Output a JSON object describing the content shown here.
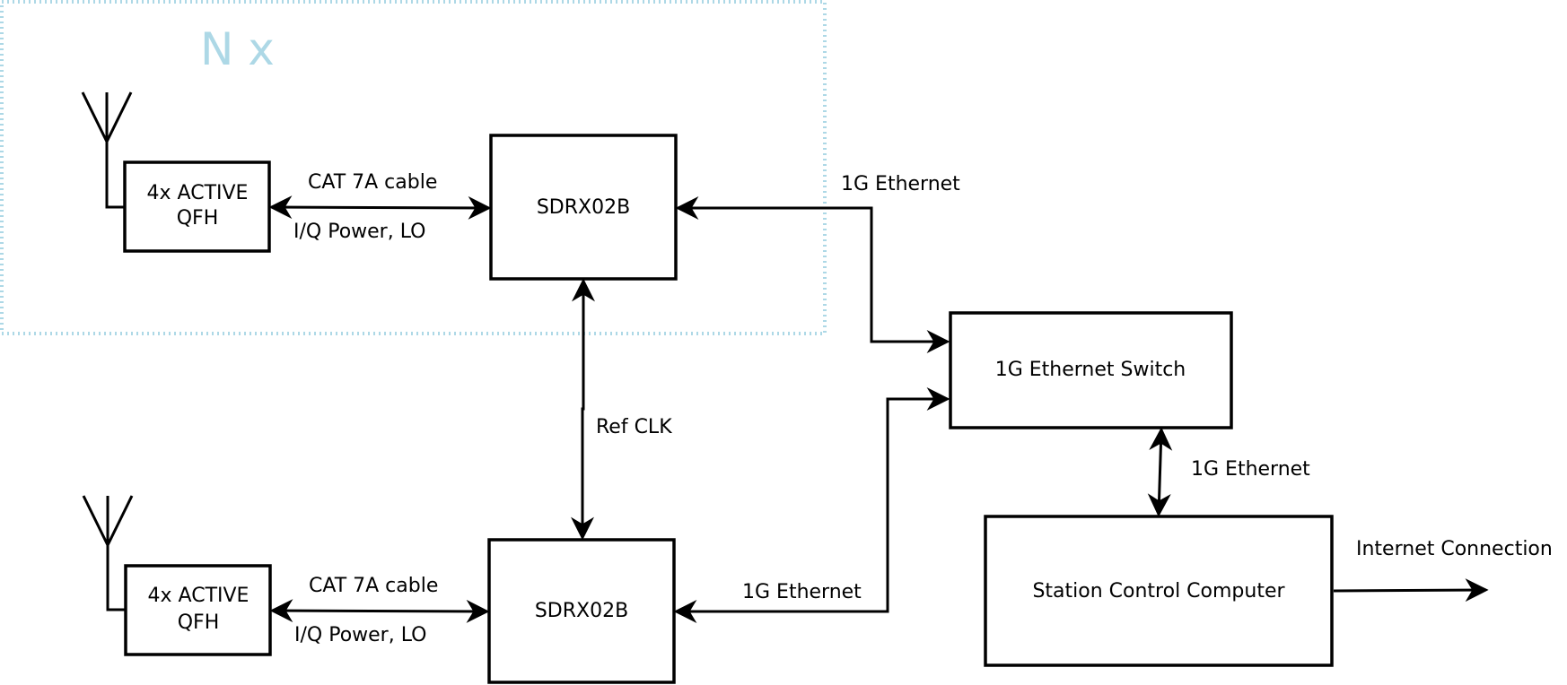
{
  "diagram": {
    "group": {
      "label": "N x",
      "color": "#add8e6"
    },
    "antennas": {
      "top": {
        "label_line1": "4x ACTIVE",
        "label_line2": "QFH"
      },
      "bottom": {
        "label_line1": "4x ACTIVE",
        "label_line2": "QFH"
      }
    },
    "receivers": {
      "top": {
        "label": "SDRX02B"
      },
      "bottom": {
        "label": "SDRX02B"
      }
    },
    "switch": {
      "label": "1G Ethernet Switch"
    },
    "computer": {
      "label": "Station Control Computer"
    },
    "links": {
      "top_cable": {
        "label": "CAT 7A cable",
        "sublabel": "I/Q Power, LO"
      },
      "bottom_cable": {
        "label": "CAT 7A cable",
        "sublabel": "I/Q Power, LO"
      },
      "top_ethernet": {
        "label": "1G Ethernet"
      },
      "bottom_ethernet": {
        "label": "1G Ethernet"
      },
      "switch_computer": {
        "label": "1G Ethernet"
      },
      "ref_clk": {
        "label": "Ref CLK"
      },
      "internet": {
        "label": "Internet Connection"
      }
    }
  }
}
